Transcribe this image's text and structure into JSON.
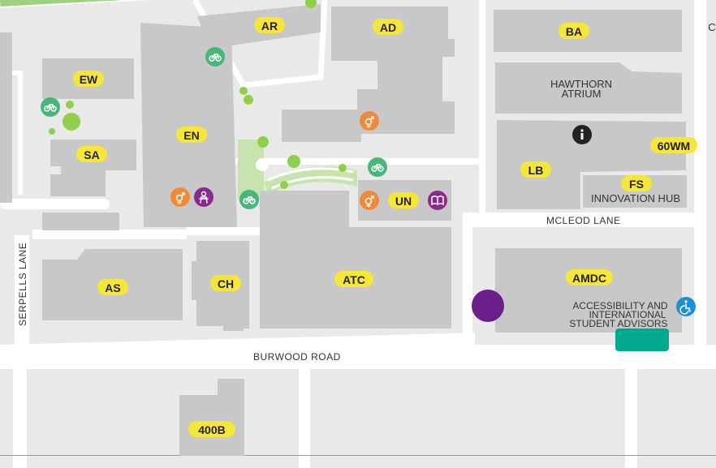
{
  "buildings": [
    {
      "code": "AR"
    },
    {
      "code": "AD"
    },
    {
      "code": "BA"
    },
    {
      "code": "EW"
    },
    {
      "code": "EN"
    },
    {
      "code": "SA"
    },
    {
      "code": "LB"
    },
    {
      "code": "60WM"
    },
    {
      "code": "FS"
    },
    {
      "code": "UN"
    },
    {
      "code": "AS"
    },
    {
      "code": "CH"
    },
    {
      "code": "ATC"
    },
    {
      "code": "AMDC"
    },
    {
      "code": "400B"
    }
  ],
  "labels": {
    "hawthorn_atrium_1": "HAWTHORN",
    "hawthorn_atrium_2": "ATRIUM",
    "innovation_hub": "INNOVATION HUB",
    "access_1": "ACCESSIBILITY AND",
    "access_2": "INTERNATIONAL",
    "access_3": "STUDENT ADVISORS",
    "edge_letter": "C"
  },
  "streets": {
    "mcleod": "MCLEOD LANE",
    "burwood": "BURWOOD ROAD",
    "serpells": "SERPELLS LANE"
  },
  "icons": {
    "bike": "bicycle-parking-icon",
    "toilet": "unisex-toilet-icon",
    "parent": "parents-room-icon",
    "library": "library-book-icon",
    "info": "information-icon",
    "access": "wheelchair-access-icon"
  },
  "colors": {
    "building": "#c8c8c8",
    "ground": "#e9e9e9",
    "label": "#f7e63a",
    "bike": "#46b67a",
    "toilet": "#f08a3a",
    "purple": "#8b2a8e",
    "tram": "#00a88e",
    "info": "#222222",
    "access": "#1d8fd6"
  }
}
